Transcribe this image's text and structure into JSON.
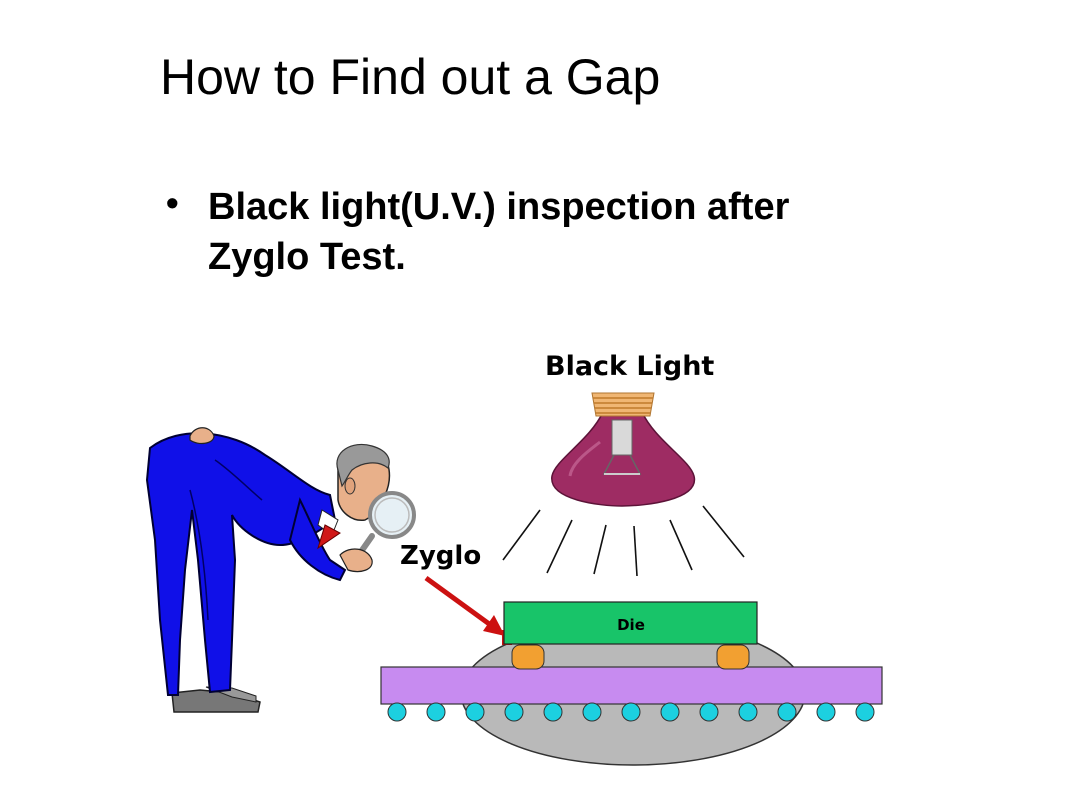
{
  "slide": {
    "title": "How to Find out a Gap",
    "bullet": {
      "marker": "•",
      "line1": "Black light(U.V.) inspection after",
      "line2": "Zyglo Test."
    }
  },
  "diagram": {
    "black_light_label": "Black Light",
    "zyglo_label": "Zyglo",
    "die_label": "Die",
    "colors": {
      "bulb": "#9e2c63",
      "bulb_base": "#f0b673",
      "die": "#18c469",
      "substrate": "#c78bf0",
      "bumps": "#f2a031",
      "balls": "#1cd0e0",
      "underfill": "#b9b9b9",
      "arrow": "#cc1111",
      "suit": "#1010e8"
    }
  }
}
